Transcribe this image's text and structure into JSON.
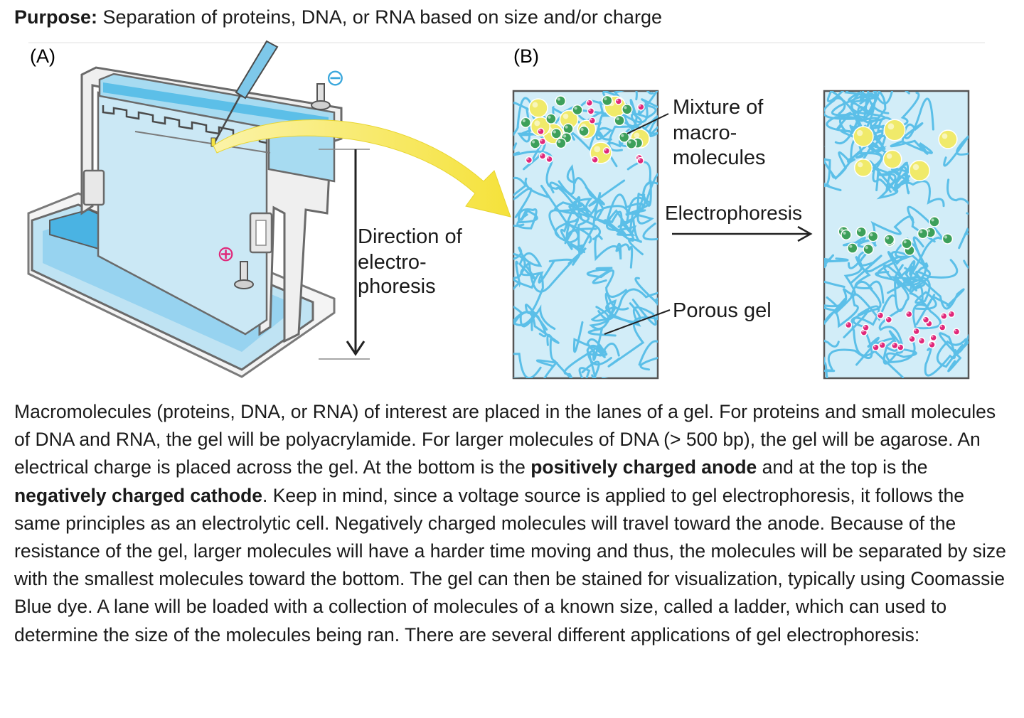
{
  "purpose": {
    "label": "Purpose:",
    "text": " Separation of proteins, DNA, or RNA based on size and/or charge"
  },
  "figure": {
    "panel_a_label": "(A)",
    "panel_b_label": "(B)",
    "minus_symbol": "⊖",
    "plus_symbol": "⊕",
    "direction_label": [
      "Direction of",
      "electro-",
      "phoresis"
    ],
    "mixture_label": [
      "Mixture of",
      "macro-",
      "molecules"
    ],
    "electrophoresis_label": "Electrophoresis",
    "porous_gel_label": "Porous gel",
    "colors": {
      "buffer_blue": "#8fd0ee",
      "gel_blue": "#5bbfe8",
      "arrow_yellow": "#f5e442",
      "sphere_yellow": "#f0ea6a",
      "sphere_green": "#3da05a",
      "sphere_pink": "#e0287a"
    }
  },
  "body": {
    "seg1": "Macromolecules (proteins, DNA, or RNA) of interest are placed in the lanes of a gel. For proteins and small molecules of DNA and RNA, the gel will be polyacrylamide. For larger molecules of DNA (> 500 bp), the gel will be agarose. An electrical charge is placed across the gel. At the bottom is the ",
    "bold1": "positively charged anode",
    "seg2": " and at the top is the ",
    "bold2": "negatively charged cathode",
    "seg3": ". Keep in mind, since a voltage source is applied to gel electrophoresis, it follows the same principles as an electrolytic cell. Negatively charged molecules will travel toward the anode. Because of the resistance of the gel, larger molecules will have a harder time moving and thus, the molecules will be separated by size with the smallest molecules toward the bottom. The gel can then be stained for visualization, typically using Coomassie Blue dye. A lane will be loaded with a collection of molecules of a known size, called a ladder, which can used to determine the size of the molecules being ran. There are several different applications of gel electrophoresis:"
  }
}
